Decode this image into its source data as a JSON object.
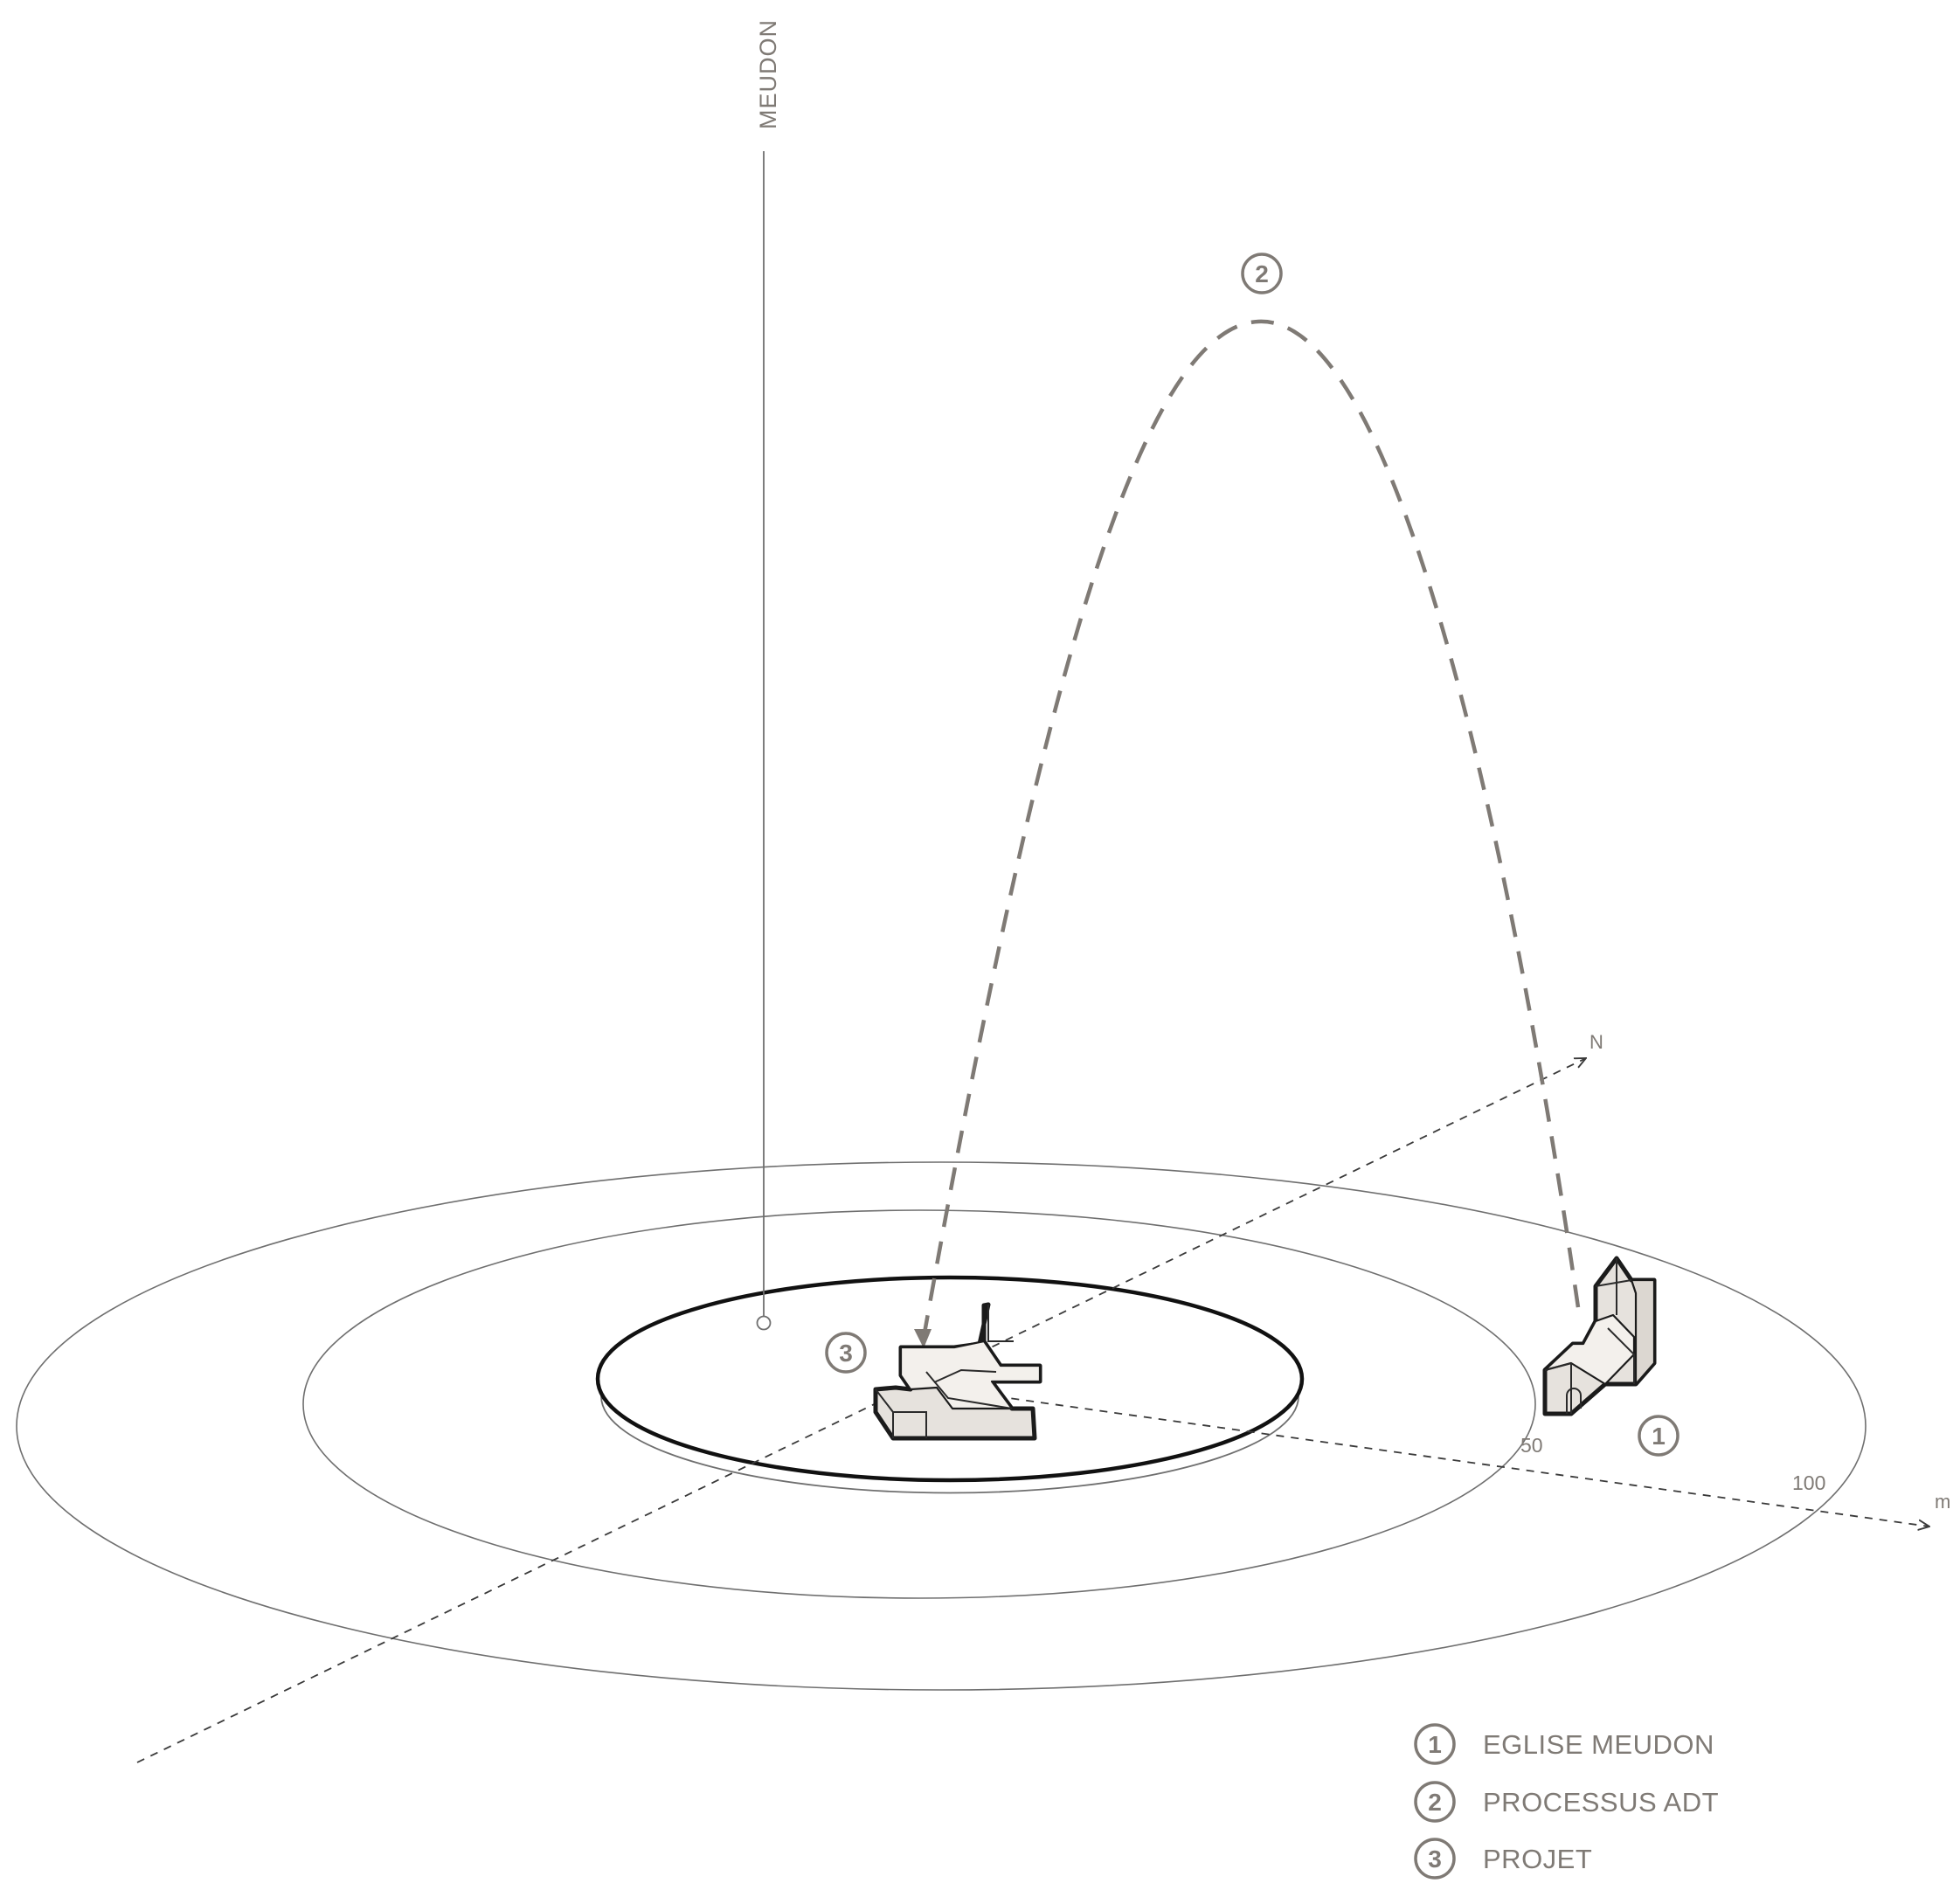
{
  "labels": {
    "vertical_marker": "MEUDON",
    "north": "N",
    "unit": "m",
    "scale_50": "50",
    "scale_100": "100"
  },
  "markers": {
    "m1": "1",
    "m2": "2",
    "m3": "3"
  },
  "legend": [
    {
      "number": "1",
      "label": "EGLISE MEUDON"
    },
    {
      "number": "2",
      "label": "PROCESSUS ADT"
    },
    {
      "number": "3",
      "label": "PROJET"
    }
  ],
  "colors": {
    "label_gray": "#7f7a75",
    "arc_gray": "#7f7a75",
    "ring_gray": "#6f6f6f",
    "building_fill": "#e6e2dd",
    "outline": "#1b1b1b"
  }
}
